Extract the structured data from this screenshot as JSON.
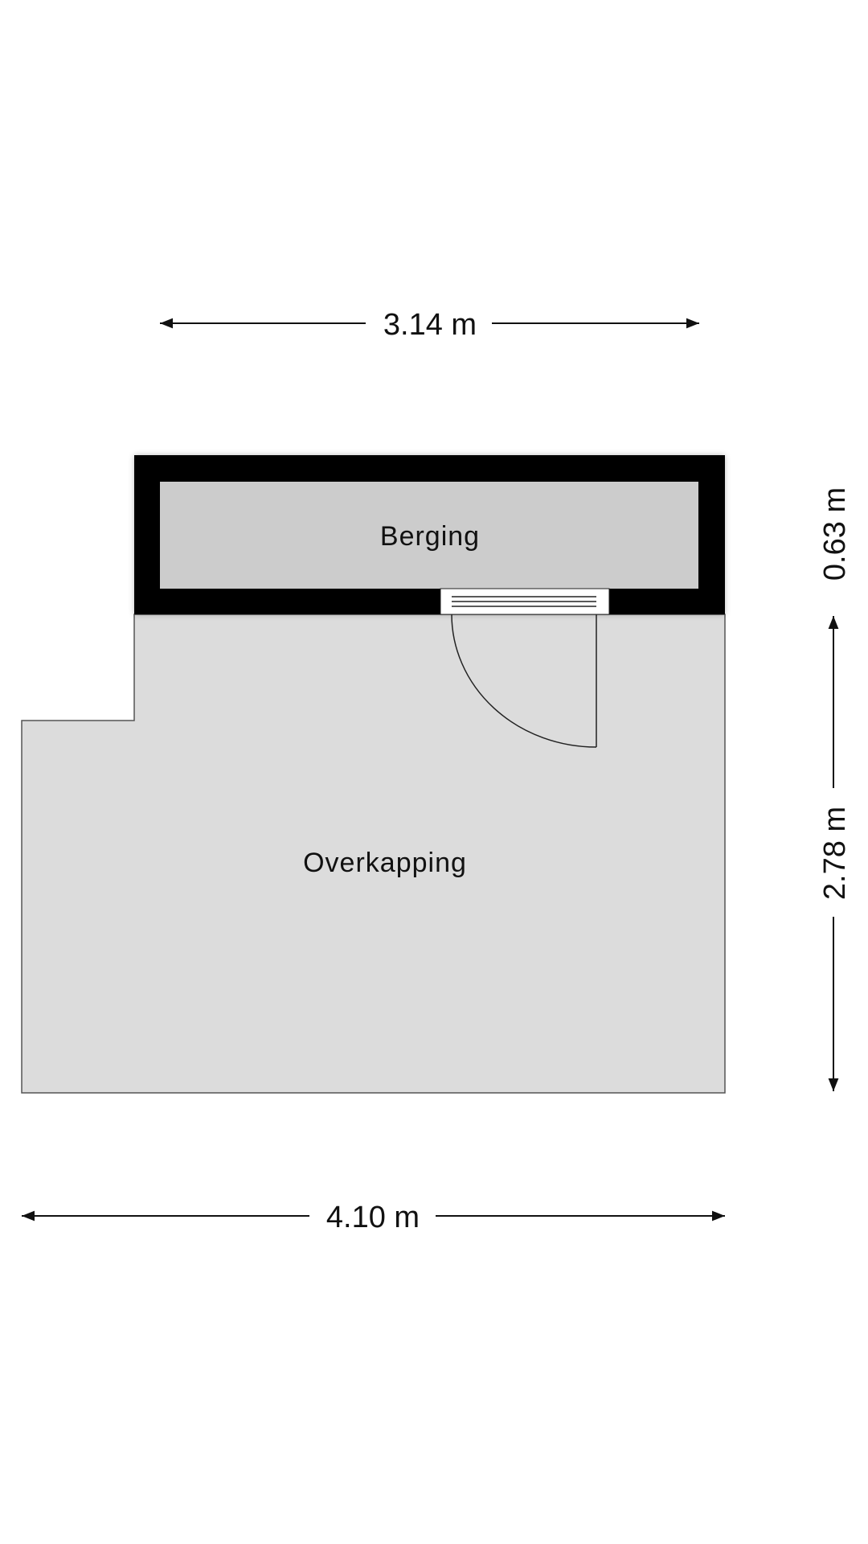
{
  "rooms": {
    "berging": "Berging",
    "overkapping": "Overkapping"
  },
  "dimensions": {
    "top_width": "3.14 m",
    "bottom_width": "4.10 m",
    "right_berging_depth": "0.63 m",
    "right_overkapping_depth": "2.78 m"
  },
  "colors": {
    "wall": "#000000",
    "berging_floor": "#cccccc",
    "overkapping_floor": "#dcdcdc"
  }
}
